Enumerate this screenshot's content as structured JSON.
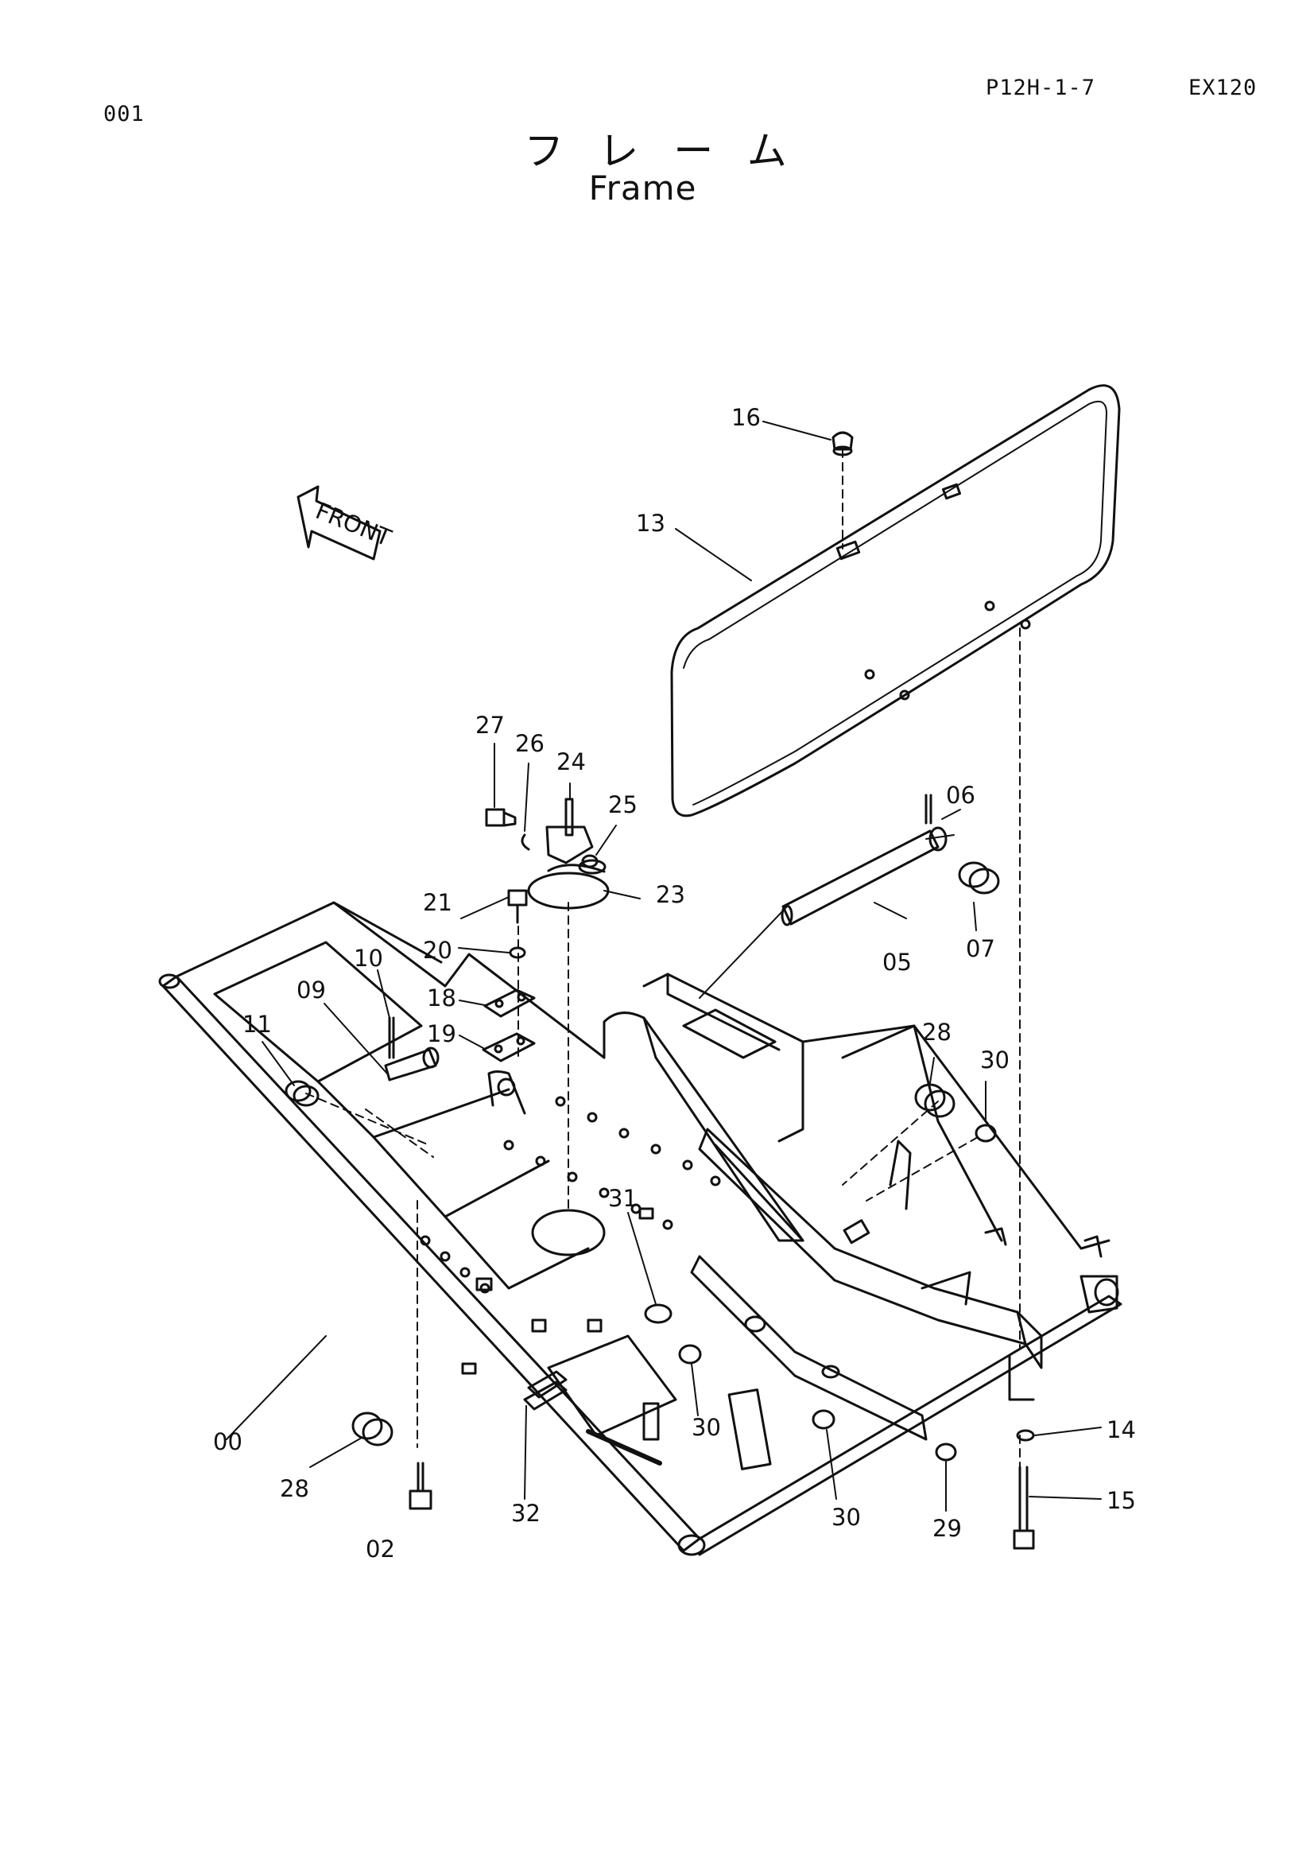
{
  "header": {
    "page_number": "001",
    "document_code": "P12H-1-7",
    "model": "EX120"
  },
  "title": {
    "japanese": "フレーム",
    "english": "Frame"
  },
  "front_marker": "FRONT",
  "callouts": [
    {
      "id": "00",
      "label": "00"
    },
    {
      "id": "02",
      "label": "02"
    },
    {
      "id": "05",
      "label": "05"
    },
    {
      "id": "06",
      "label": "06"
    },
    {
      "id": "07",
      "label": "07"
    },
    {
      "id": "09",
      "label": "09"
    },
    {
      "id": "10",
      "label": "10"
    },
    {
      "id": "11",
      "label": "11"
    },
    {
      "id": "13",
      "label": "13"
    },
    {
      "id": "14",
      "label": "14"
    },
    {
      "id": "15",
      "label": "15"
    },
    {
      "id": "16",
      "label": "16"
    },
    {
      "id": "18",
      "label": "18"
    },
    {
      "id": "19",
      "label": "19"
    },
    {
      "id": "20",
      "label": "20"
    },
    {
      "id": "21",
      "label": "21"
    },
    {
      "id": "23",
      "label": "23"
    },
    {
      "id": "24",
      "label": "24"
    },
    {
      "id": "25",
      "label": "25"
    },
    {
      "id": "26",
      "label": "26"
    },
    {
      "id": "27",
      "label": "27"
    },
    {
      "id": "28a",
      "label": "28"
    },
    {
      "id": "28b",
      "label": "28"
    },
    {
      "id": "29",
      "label": "29"
    },
    {
      "id": "30a",
      "label": "30"
    },
    {
      "id": "30b",
      "label": "30"
    },
    {
      "id": "30c",
      "label": "30"
    },
    {
      "id": "31",
      "label": "31"
    },
    {
      "id": "32",
      "label": "32"
    }
  ]
}
